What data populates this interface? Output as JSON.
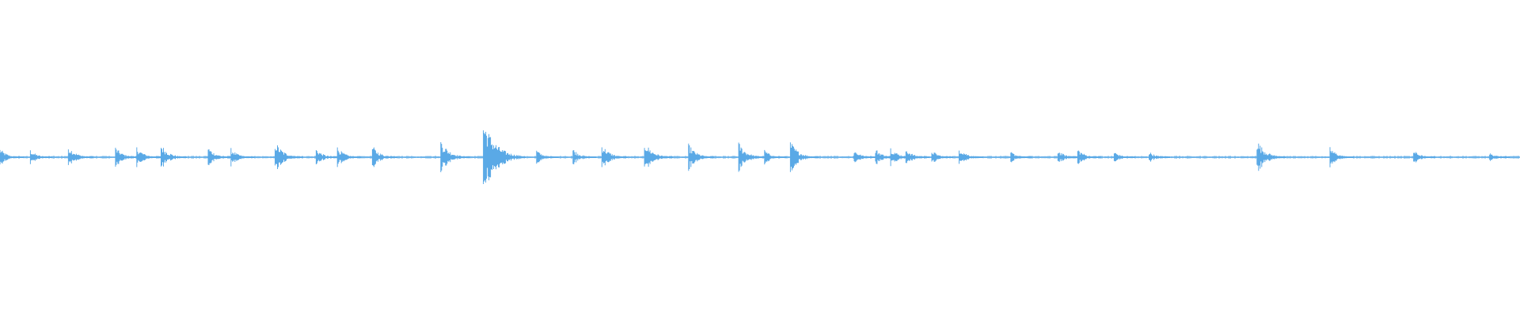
{
  "waveform": {
    "color": "#5aa9e6",
    "background": "#ffffff",
    "peaks": [
      {
        "t": 0.0,
        "amp": 0.06
      },
      {
        "t": 0.02,
        "amp": 0.05
      },
      {
        "t": 0.045,
        "amp": 0.08
      },
      {
        "t": 0.076,
        "amp": 0.07
      },
      {
        "t": 0.09,
        "amp": 0.07
      },
      {
        "t": 0.106,
        "amp": 0.09
      },
      {
        "t": 0.137,
        "amp": 0.07
      },
      {
        "t": 0.152,
        "amp": 0.06
      },
      {
        "t": 0.181,
        "amp": 0.11
      },
      {
        "t": 0.208,
        "amp": 0.06
      },
      {
        "t": 0.222,
        "amp": 0.07
      },
      {
        "t": 0.245,
        "amp": 0.08
      },
      {
        "t": 0.29,
        "amp": 0.12
      },
      {
        "t": 0.318,
        "amp": 0.26
      },
      {
        "t": 0.353,
        "amp": 0.05
      },
      {
        "t": 0.377,
        "amp": 0.06
      },
      {
        "t": 0.396,
        "amp": 0.09
      },
      {
        "t": 0.424,
        "amp": 0.11
      },
      {
        "t": 0.453,
        "amp": 0.09
      },
      {
        "t": 0.486,
        "amp": 0.1
      },
      {
        "t": 0.503,
        "amp": 0.05
      },
      {
        "t": 0.52,
        "amp": 0.11
      },
      {
        "t": 0.562,
        "amp": 0.05
      },
      {
        "t": 0.576,
        "amp": 0.06
      },
      {
        "t": 0.586,
        "amp": 0.07
      },
      {
        "t": 0.596,
        "amp": 0.06
      },
      {
        "t": 0.613,
        "amp": 0.05
      },
      {
        "t": 0.631,
        "amp": 0.07
      },
      {
        "t": 0.665,
        "amp": 0.04
      },
      {
        "t": 0.696,
        "amp": 0.05
      },
      {
        "t": 0.709,
        "amp": 0.06
      },
      {
        "t": 0.733,
        "amp": 0.04
      },
      {
        "t": 0.756,
        "amp": 0.04
      },
      {
        "t": 0.827,
        "amp": 0.12
      },
      {
        "t": 0.875,
        "amp": 0.07
      },
      {
        "t": 0.93,
        "amp": 0.05
      },
      {
        "t": 0.98,
        "amp": 0.03
      }
    ]
  }
}
